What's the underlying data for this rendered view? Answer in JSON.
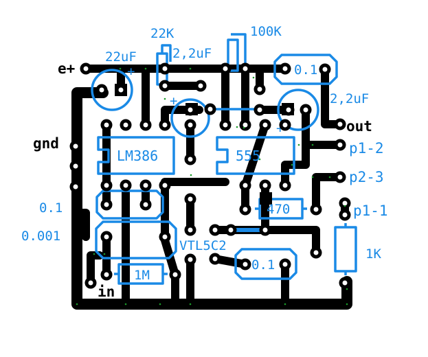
{
  "board": {
    "title": "LM386 + 555 + VTL5C2 PCB layout",
    "colors": {
      "copper": "#000000",
      "silkscreen": "#1a8ae6",
      "background": "#ffffff",
      "via": "#1a9a2a"
    }
  },
  "connectors": {
    "power": "e+",
    "ground": "gnd",
    "output": "out",
    "input": "in",
    "p1_2": "p1-2",
    "p2_3": "p2-3",
    "p1_1": "p1-1"
  },
  "components": {
    "c_22uf": {
      "name": "electrolytic-capacitor",
      "label": "22uF",
      "polarity": "+"
    },
    "r_22k": {
      "name": "resistor",
      "label": "22K"
    },
    "c_2_2uf_top": {
      "name": "electrolytic-capacitor",
      "label": "2,2uF",
      "polarity": "+"
    },
    "r_100k": {
      "name": "resistor",
      "label": "100K"
    },
    "c_0_1_top": {
      "name": "ceramic-capacitor",
      "label": "0.1"
    },
    "c_2_2uf_out": {
      "name": "electrolytic-capacitor",
      "label": "2,2uF",
      "polarity": "+"
    },
    "ic_lm386": {
      "name": "ic",
      "label": "LM386"
    },
    "ic_555": {
      "name": "ic",
      "label": "555"
    },
    "c_0_1_left": {
      "name": "ceramic-capacitor",
      "label": "0.1"
    },
    "c_0_001": {
      "name": "ceramic-capacitor",
      "label": "0.001"
    },
    "r_1m": {
      "name": "resistor",
      "label": "1M"
    },
    "vtl5c2": {
      "name": "optocoupler",
      "label": "VTL5C2"
    },
    "r_470": {
      "name": "resistor",
      "label": "470"
    },
    "c_0_1_bottom": {
      "name": "ceramic-capacitor",
      "label": "0.1"
    },
    "r_1k": {
      "name": "resistor",
      "label": "1K"
    }
  }
}
